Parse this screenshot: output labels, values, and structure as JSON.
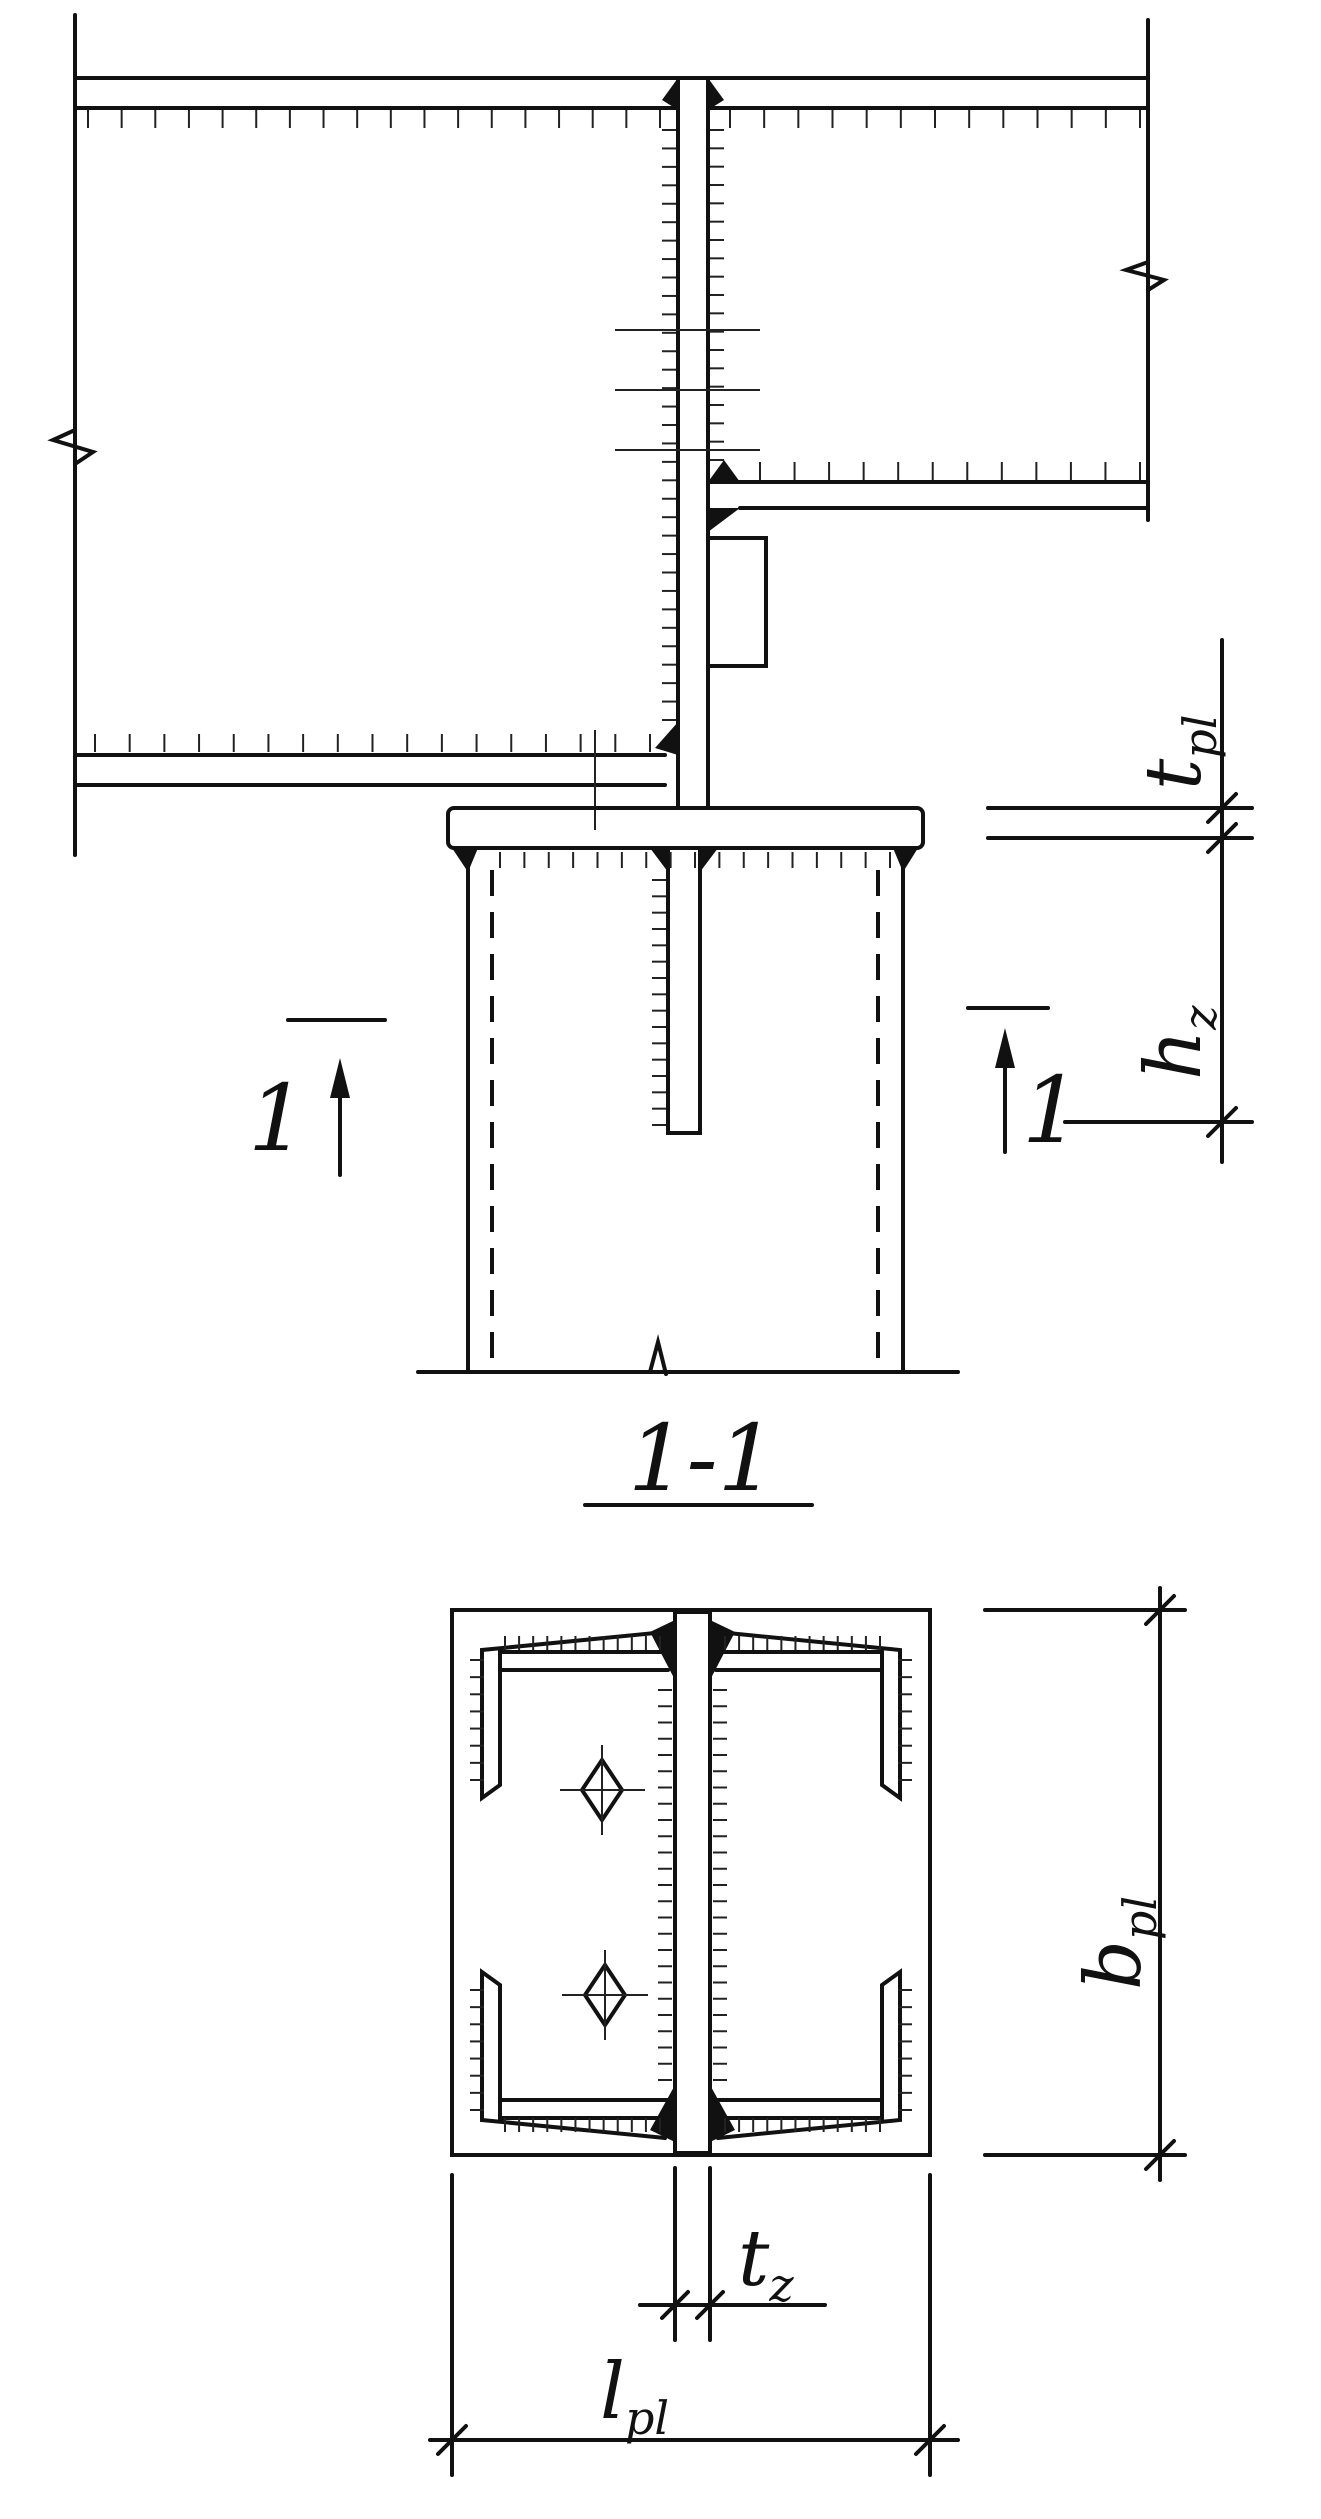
{
  "labels": {
    "section_mark_left": "1",
    "section_mark_right": "1",
    "section_title": "1-1",
    "t_pl": {
      "base": "t",
      "sub": "pl"
    },
    "h_z": {
      "base": "h",
      "sub": "z"
    },
    "b_pl": {
      "base": "b",
      "sub": "pl"
    },
    "t_z": {
      "base": "t",
      "sub": "z"
    },
    "l_pl": {
      "base": "l",
      "sub": "pl"
    }
  }
}
